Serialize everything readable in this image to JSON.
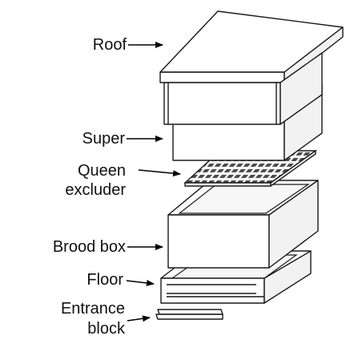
{
  "labels": {
    "roof": "Roof",
    "super": "Super",
    "queen_excluder_line1": "Queen",
    "queen_excluder_line2": "excluder",
    "brood_box": "Brood box",
    "floor": "Floor",
    "entrance_block_line1": "Entrance",
    "entrance_block_line2": "block"
  },
  "colors": {
    "line": "#1a1a1a",
    "fill": "#ffffff",
    "side_shade": "#f2f2f2",
    "text": "#111111"
  }
}
